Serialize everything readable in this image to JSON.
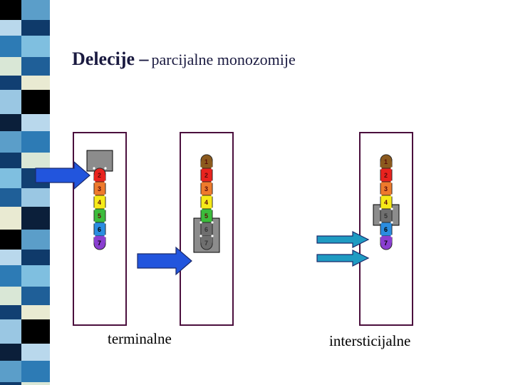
{
  "title": {
    "main": "Delecije –",
    "sub": "parcijalne monozomije"
  },
  "captions": {
    "terminal": "terminalne",
    "interstitial": "intersticijalne"
  },
  "bands": [
    {
      "n": "1",
      "color": "#8b5a1e"
    },
    {
      "n": "2",
      "color": "#e8231e"
    },
    {
      "n": "3",
      "color": "#ee7a2c"
    },
    {
      "n": "4",
      "color": "#f6ea18"
    },
    {
      "n": "5",
      "color": "#3cbc3c"
    },
    {
      "n": "6",
      "color": "#2b8de0"
    },
    {
      "n": "7",
      "color": "#8a3fd0"
    }
  ],
  "panels": [
    {
      "id": "terminal-p-arm",
      "deleted_bands": [
        "1"
      ],
      "shown_bands": [
        "2",
        "3",
        "4",
        "5",
        "6",
        "7"
      ]
    },
    {
      "id": "terminal-q-arm",
      "deleted_bands": [
        "6",
        "7"
      ],
      "shown_bands": [
        "1",
        "2",
        "3",
        "4",
        "5",
        "6",
        "7"
      ]
    },
    {
      "id": "interstitial",
      "deleted_bands": [
        "5"
      ],
      "shown_bands": [
        "1",
        "2",
        "3",
        "4",
        "5",
        "6",
        "7"
      ]
    }
  ],
  "colors": {
    "panel_border": "#4b0f3d",
    "deleted_box": "#8c8c8c",
    "arrow_blue": "#2255dd",
    "arrow_teal": "#1f9bc2"
  }
}
